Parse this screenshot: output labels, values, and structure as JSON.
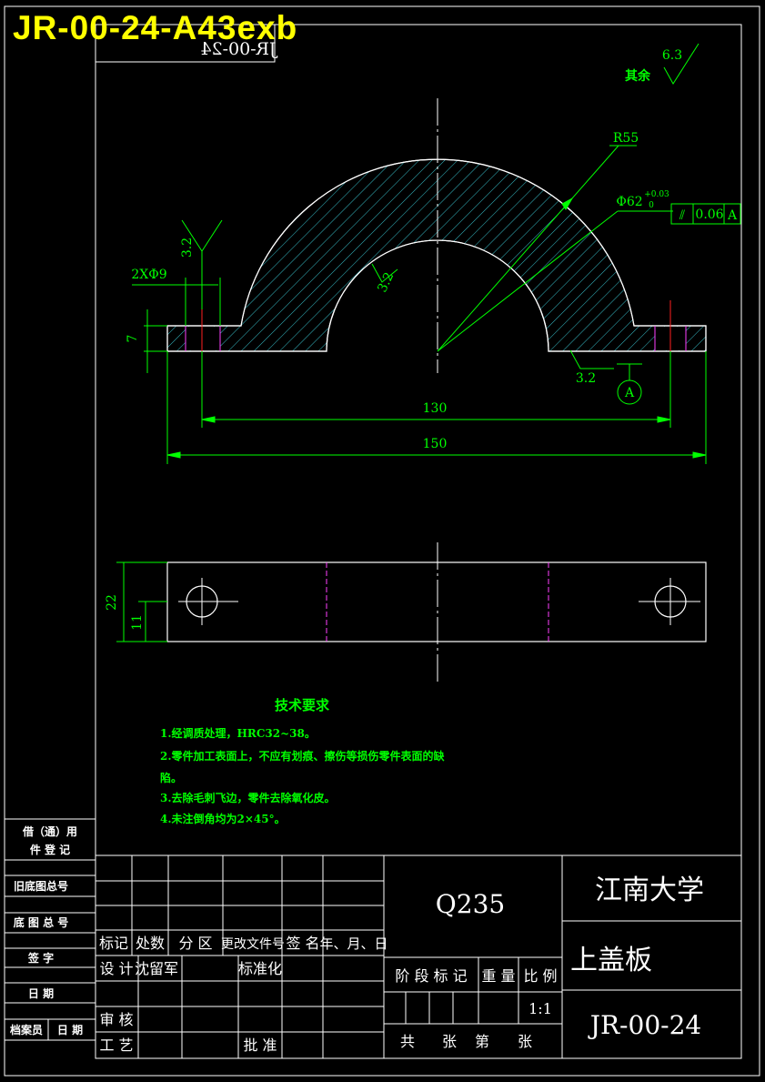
{
  "overlay_title": "JR-00-24-A43exb",
  "mirrored_code": "JR-00-24",
  "roughness": {
    "other": "其余",
    "other_value": "6.3",
    "left_value": "3.2",
    "inner_value": "3.2",
    "bottom_value": "3.2"
  },
  "dimensions": {
    "radius": "R55",
    "bore": "Φ62",
    "bore_tol_upper": "+0.03",
    "bore_tol_lower": "0",
    "holes": "2XΦ9",
    "thickness": "7",
    "hole_spacing": "130",
    "overall_length": "150",
    "width": "22",
    "hole_center": "11"
  },
  "tolerance_frame": {
    "symbol": "⫽",
    "value": "0.06",
    "datum": "A"
  },
  "datum_label": "A",
  "tech_requirements": {
    "title": "技术要求",
    "items": [
      "1.经调质处理，HRC32~38。",
      "2.零件加工表面上，不应有划痕、擦伤等损伤零件表面的缺",
      "陷。",
      "3.去除毛刺飞边，零件去除氧化皮。",
      "4.未注倒角均为2×45°。"
    ]
  },
  "title_block": {
    "material": "Q235",
    "university": "江南大学",
    "part_name": "上盖板",
    "drawing_no": "JR-00-24",
    "scale": "1:1",
    "marks": [
      "标记",
      "处数",
      "分 区",
      "更改文件号",
      "签 名",
      "年、月、日"
    ],
    "design_label": "设 计",
    "designer": "沈留军",
    "standardize_label": "标准化",
    "review_label": "审 核",
    "process_label": "工 艺",
    "approve_label": "批 准",
    "stage_label": "阶 段 标 记",
    "weight_label": "重 量",
    "scale_label": "比 例",
    "total_label": "共",
    "sheets_label": "张",
    "sheet_no_label": "第",
    "sheet_end_label": "张"
  },
  "side_block": {
    "borrow_1": "借（通）用",
    "borrow_2": "件  登  记",
    "old_base": "旧底图总号",
    "base": "底 图 总 号",
    "sign": "签    字",
    "date": "日    期",
    "archivist": "档案员",
    "archive_date": "日  期"
  }
}
